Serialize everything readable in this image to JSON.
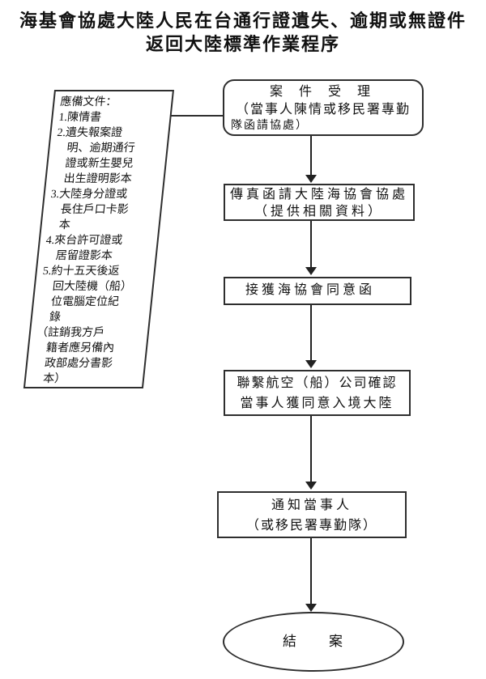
{
  "title": {
    "line1": "海基會協處大陸人民在台通行證遺失、逾期或無證件",
    "line2": "返回大陸標準作業程序"
  },
  "documents_note": {
    "text": "應備文件：\n1.陳情書\n2.遺失報案證\n　明、逾期通行\n　證或新生嬰兒\n　出生證明影本\n3.大陸身分證或\n　長住戶口卡影\n　本\n4.來台許可證或\n　居留證影本\n5.約十五天後返\n　回大陸機（船）\n　位電腦定位紀\n　錄\n（註銷我方戶\n　籍者應另備內\n　政部處分書影\n　本）"
  },
  "flow": {
    "steps": [
      {
        "lines": [
          "案 件 受 理",
          "（當事人陳情或移民署專勤",
          "隊函請協處）"
        ]
      },
      {
        "lines": [
          "傳真函請大陸海協會協處",
          "（提供相關資料）"
        ]
      },
      {
        "lines": [
          "接獲海協會同意函"
        ]
      },
      {
        "lines": [
          "聯繫航空（船）公司確認",
          "當事人獲同意入境大陸"
        ]
      },
      {
        "lines": [
          "通知當事人",
          "（或移民署專勤隊）"
        ]
      }
    ],
    "end": {
      "label": "結　　案"
    }
  },
  "colors": {
    "ink": "#2e2e2e",
    "background": "#ffffff"
  }
}
